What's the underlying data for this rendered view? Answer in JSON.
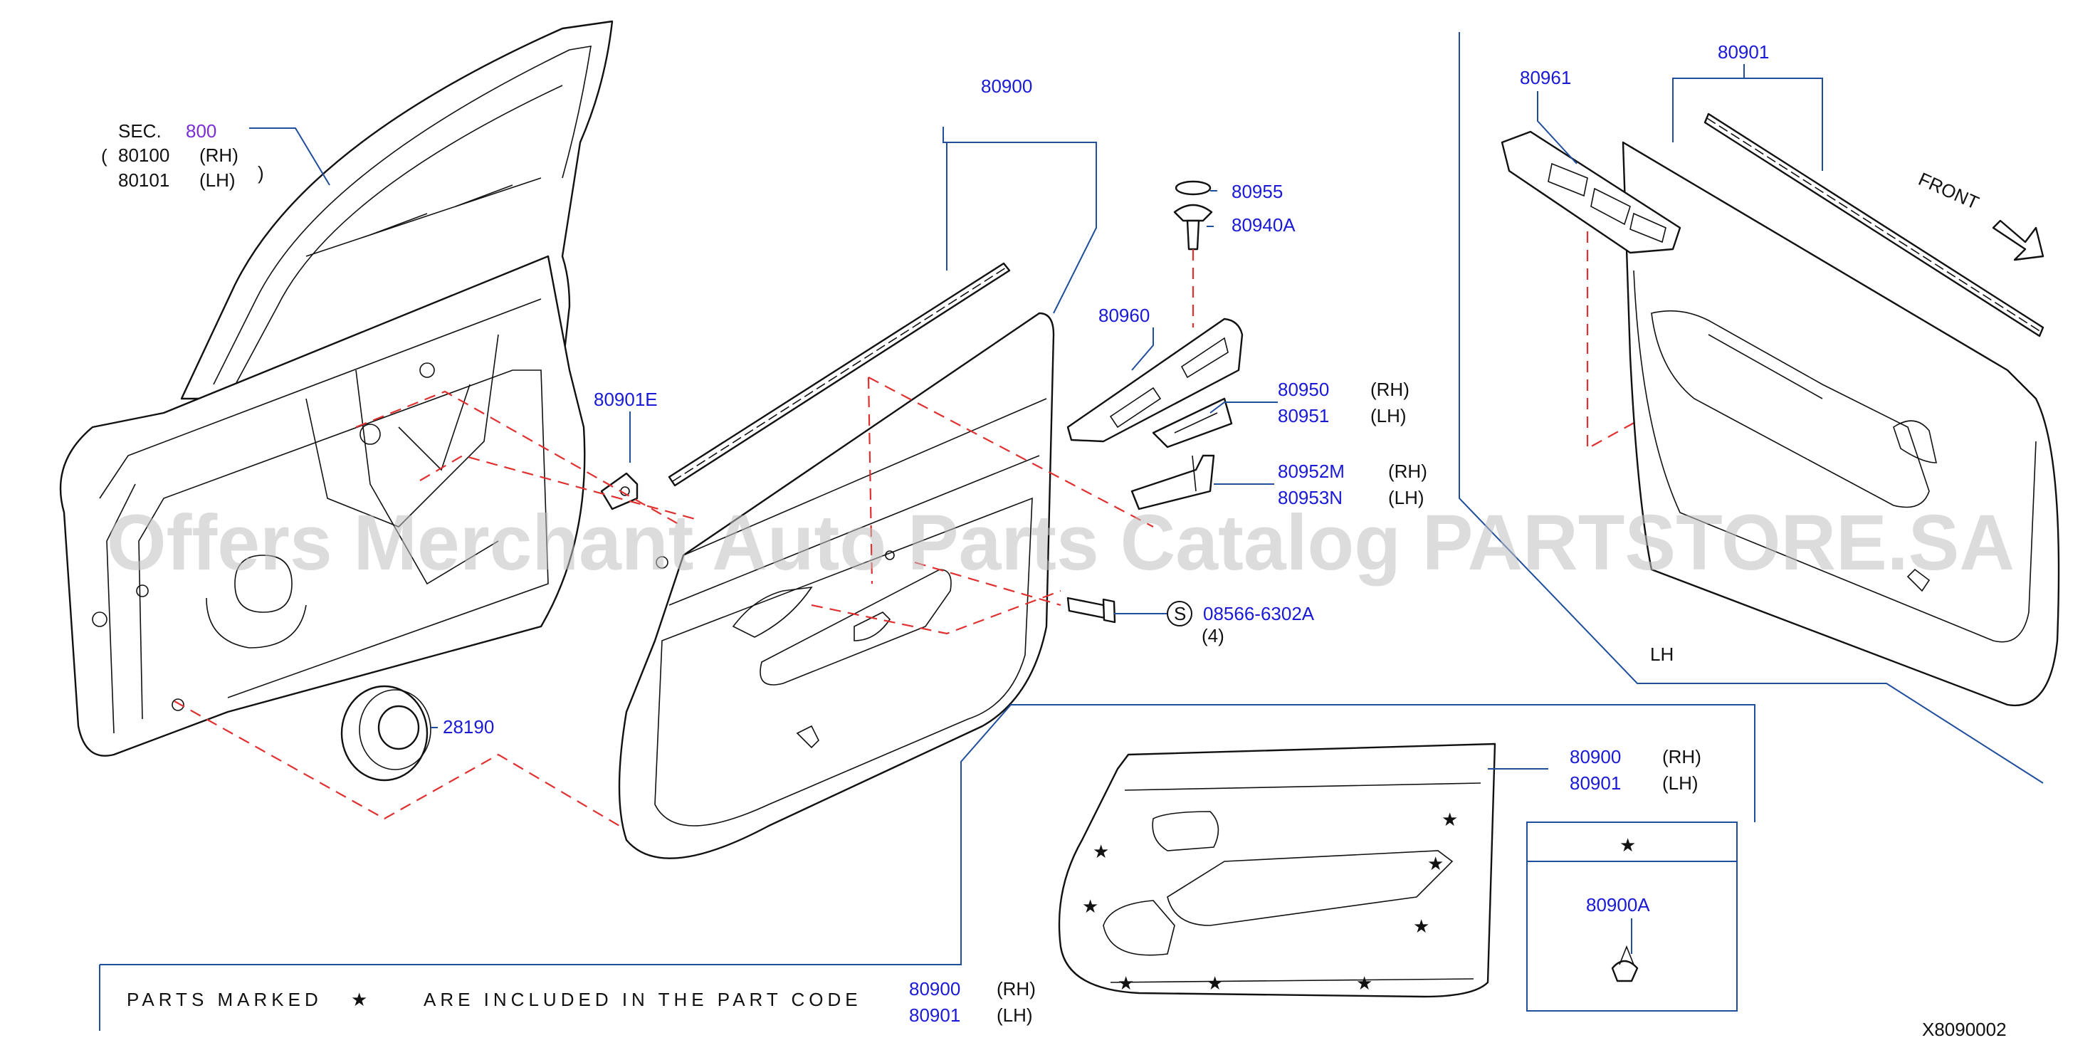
{
  "diagram": {
    "code": "X8090002",
    "watermark": "Offers Merchant Auto Parts Catalog PARTSTORE.SA",
    "front_label": "FRONT",
    "lh_label": "LH",
    "section_ref": {
      "prefix": "SEC.",
      "number": "800",
      "rh_part": "80100",
      "rh_side": "(RH)",
      "lh_part": "80101",
      "lh_side": "(LH)"
    },
    "callouts": {
      "p80900_top": "80900",
      "p80955": "80955",
      "p80940a": "80940A",
      "p80960": "80960",
      "p80950": "80950",
      "p80950_side": "(RH)",
      "p80951": "80951",
      "p80951_side": "(LH)",
      "p80952m": "80952M",
      "p80952m_side": "(RH)",
      "p80953n": "80953N",
      "p80953n_side": "(LH)",
      "p80901e": "80901E",
      "p08566": "08566-6302A",
      "p08566_symbol": "S",
      "p08566_qty": "(4)",
      "p28190": "28190",
      "p80961": "80961",
      "p80901_top": "80901",
      "p80900_inset": "80900",
      "p80900_inset_side": "(RH)",
      "p80901_inset": "80901",
      "p80901_inset_side": "(LH)",
      "p80900a": "80900A"
    },
    "note": {
      "text_before": "PARTS MARKED",
      "text_after": "ARE INCLUDED IN THE PART CODE",
      "rh_part": "80900",
      "rh_side": "(RH)",
      "lh_part": "80901",
      "lh_side": "(LH)"
    },
    "legend_star": "★",
    "colors": {
      "part_number": "#1a1ad6",
      "section_number": "#7a2ed6",
      "leader": "#1f4e9c",
      "dashed_guide": "#e03030",
      "line_art": "#111111"
    }
  }
}
